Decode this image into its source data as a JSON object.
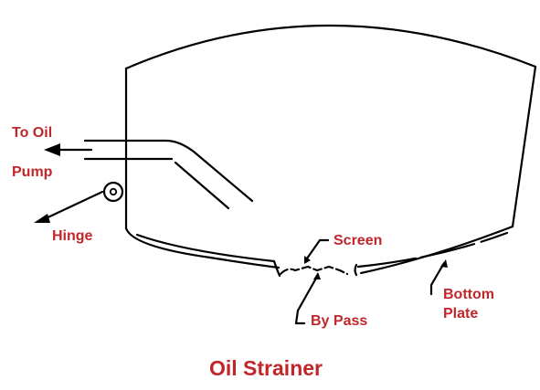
{
  "diagram": {
    "title": "Oil Strainer",
    "labels": {
      "to_oil": "To Oil",
      "pump": "Pump",
      "hinge": "Hinge",
      "screen": "Screen",
      "by_pass": "By Pass",
      "bottom": "Bottom",
      "plate": "Plate"
    }
  },
  "colors": {
    "label": "#c0262a",
    "line": "#000000",
    "background": "#ffffff"
  }
}
